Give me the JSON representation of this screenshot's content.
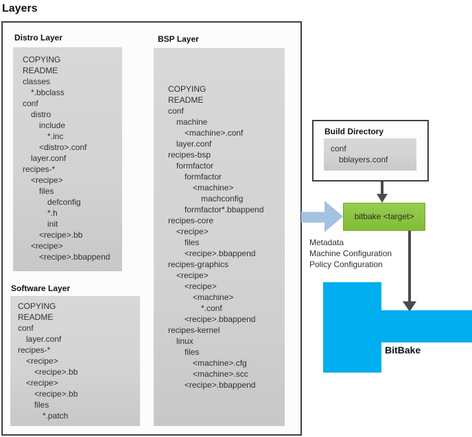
{
  "page": {
    "title": "Layers"
  },
  "colors": {
    "panel_gray": "#d3d3d3",
    "box_border": "#3d3d3d",
    "green_box": "#8cc63f",
    "bitbake_blue": "#00aeef",
    "arrow_blue": "#a5c3e1",
    "arrow_dark": "#4a4a4a"
  },
  "layers_panel": {
    "distro_layer": {
      "title": "Distro Layer",
      "lines": [
        {
          "t": "COPYING",
          "i": 0
        },
        {
          "t": "README",
          "i": 0
        },
        {
          "t": "classes",
          "i": 0
        },
        {
          "t": "*.bbclass",
          "i": 1
        },
        {
          "t": "conf",
          "i": 0
        },
        {
          "t": "distro",
          "i": 1
        },
        {
          "t": "include",
          "i": 2
        },
        {
          "t": "*.inc",
          "i": 3
        },
        {
          "t": "<distro>.conf",
          "i": 2
        },
        {
          "t": "layer.conf",
          "i": 1
        },
        {
          "t": "recipes-*",
          "i": 0
        },
        {
          "t": "<recipe>",
          "i": 1
        },
        {
          "t": "files",
          "i": 2
        },
        {
          "t": "defconfig",
          "i": 3
        },
        {
          "t": "*.h",
          "i": 3
        },
        {
          "t": "init",
          "i": 3
        },
        {
          "t": "<recipe>.bb",
          "i": 2
        },
        {
          "t": "<recipe>",
          "i": 1
        },
        {
          "t": "<recipe>.bbappend",
          "i": 2
        }
      ]
    },
    "bsp_layer": {
      "title": "BSP Layer",
      "lines": [
        {
          "t": "COPYING",
          "i": 0
        },
        {
          "t": "README",
          "i": 0
        },
        {
          "t": "conf",
          "i": 0
        },
        {
          "t": "machine",
          "i": 1
        },
        {
          "t": "<machine>.conf",
          "i": 2
        },
        {
          "t": "layer.conf",
          "i": 1
        },
        {
          "t": "recipes-bsp",
          "i": 0
        },
        {
          "t": "formfactor",
          "i": 1
        },
        {
          "t": "formfactor",
          "i": 2
        },
        {
          "t": "<machine>",
          "i": 3
        },
        {
          "t": "machconfig",
          "i": 4
        },
        {
          "t": "formfactor*.bbappend",
          "i": 2
        },
        {
          "t": "recipes-core",
          "i": 0
        },
        {
          "t": "<recipe>",
          "i": 1
        },
        {
          "t": "files",
          "i": 2
        },
        {
          "t": "<recipe>.bbappend",
          "i": 2
        },
        {
          "t": "recipes-graphics",
          "i": 0
        },
        {
          "t": "<recipe>",
          "i": 1
        },
        {
          "t": "<recipe>",
          "i": 2
        },
        {
          "t": "<machine>",
          "i": 3
        },
        {
          "t": "*.conf",
          "i": 4
        },
        {
          "t": "<recipe>.bbappend",
          "i": 2
        },
        {
          "t": "recipes-kernel",
          "i": 0
        },
        {
          "t": "linux",
          "i": 1
        },
        {
          "t": "files",
          "i": 2
        },
        {
          "t": "<machine>.cfg",
          "i": 3
        },
        {
          "t": "<machine>.scc",
          "i": 3
        },
        {
          "t": "<recipe>.bbappend",
          "i": 2
        }
      ]
    },
    "software_layer": {
      "title": "Software Layer",
      "lines": [
        {
          "t": "COPYING",
          "i": 0
        },
        {
          "t": "README",
          "i": 0
        },
        {
          "t": "conf",
          "i": 0
        },
        {
          "t": "layer.conf",
          "i": 1
        },
        {
          "t": "recipes-*",
          "i": 0
        },
        {
          "t": "<recipe>",
          "i": 1
        },
        {
          "t": "<recipe>.bb",
          "i": 2
        },
        {
          "t": "<recipe>",
          "i": 1
        },
        {
          "t": "<recipe>.bb",
          "i": 2
        },
        {
          "t": "files",
          "i": 2
        },
        {
          "t": "*.patch",
          "i": 3
        }
      ]
    }
  },
  "build_directory": {
    "title": "Build Directory",
    "lines": [
      {
        "t": "conf",
        "i": 0
      },
      {
        "t": "bblayers.conf",
        "i": 1
      }
    ]
  },
  "bitbake_target": {
    "label": "bitbake <target>"
  },
  "annotations": {
    "lines": [
      "Metadata",
      "Machine Configuration",
      "Policy Configuration"
    ]
  },
  "bitbake": {
    "label": "BitBake"
  }
}
